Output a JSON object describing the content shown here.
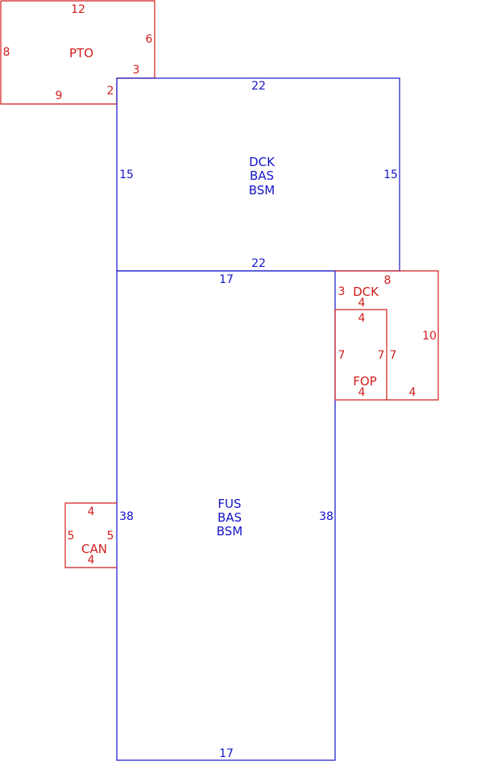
{
  "colors": {
    "main": "#1414c8",
    "addition": "#d21c1c",
    "background": "#ffffff"
  },
  "areas": {
    "pto": {
      "code": "PTO",
      "dims": {
        "top": "12",
        "left": "8",
        "right_upper": "6",
        "right_lower": "3",
        "bottom": "9",
        "step": "2"
      }
    },
    "upper_main": {
      "lines": [
        "DCK",
        "BAS",
        "BSM"
      ],
      "dims": {
        "top": "22",
        "left": "15",
        "right": "15",
        "bottom": "22"
      }
    },
    "lower_main": {
      "lines": [
        "FUS",
        "BAS",
        "BSM"
      ],
      "dims": {
        "top": "17",
        "left": "38",
        "right": "38",
        "bottom": "17"
      }
    },
    "side_deck": {
      "code": "DCK",
      "dims": {
        "left": "3",
        "top": "8",
        "inner_step": "4",
        "right": "10",
        "outer_left": "7",
        "bottom": "4"
      }
    },
    "fop": {
      "code": "FOP",
      "dims": {
        "top": "4",
        "left": "7",
        "right": "7",
        "bottom": "4"
      }
    },
    "can": {
      "code": "CAN",
      "dims": {
        "top": "4",
        "left": "5",
        "right": "5",
        "bottom": "4"
      }
    }
  }
}
